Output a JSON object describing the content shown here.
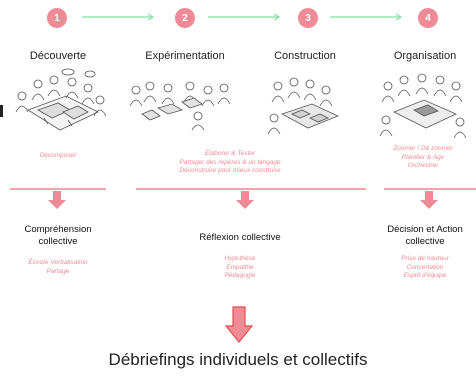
{
  "steps": [
    {
      "number": "1",
      "title": "Découverte",
      "actions": [
        "Décomposer"
      ]
    },
    {
      "number": "2",
      "title": "Expérimentation",
      "actions": [
        "Élaborer & Tester",
        "Partager des repères & un langage",
        "Déconstruire pour mieux construire"
      ]
    },
    {
      "number": "3",
      "title": "Construction",
      "actions": []
    },
    {
      "number": "4",
      "title": "Organisation",
      "actions": [
        "Zoomer / Dé zoomer",
        "Planifier & Agir",
        "Orchestrer"
      ]
    }
  ],
  "outcomes": [
    {
      "title_lines": [
        "Compréhension",
        "collective"
      ],
      "items": [
        "Écoute Verbalisation",
        "Partage"
      ]
    },
    {
      "title_lines": [
        "Réflexion collective"
      ],
      "items": [
        "Hypothèse",
        "Empathie",
        "Pédagogie"
      ]
    },
    {
      "title_lines": [
        "Décision et Action",
        "collective"
      ],
      "items": [
        "Prise de hauteur",
        "Concertation",
        "Esprit d'équipe"
      ]
    }
  ],
  "final": "Débriefings individuels et collectifs",
  "colors": {
    "accent_pink": "#ef8a96",
    "accent_green": "#7fe3a0",
    "dark_arrow": "#e35d6a"
  }
}
